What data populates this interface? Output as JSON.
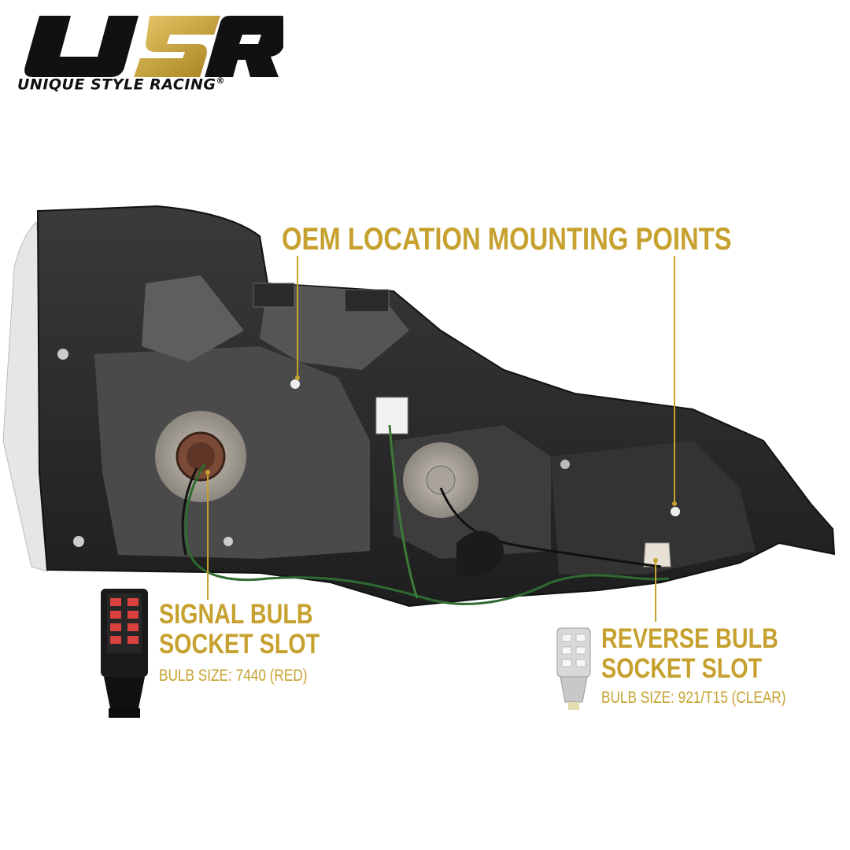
{
  "brand": {
    "logo_letters": "USR",
    "name": "UNIQUE STYLE RACING",
    "registered": "®"
  },
  "callouts": {
    "mounting_points": "OEM LOCATION MOUNTING POINTS",
    "signal": {
      "line1": "SIGNAL BULB",
      "line2": "SOCKET SLOT",
      "size": "BULB SIZE: 7440 (RED)"
    },
    "reverse": {
      "line1": "REVERSE BULB",
      "line2": "SOCKET SLOT",
      "size": "BULB SIZE: 921/T15 (CLEAR)"
    }
  },
  "colors": {
    "accent_gold": "#c6a12f",
    "housing": "#2a2a2a",
    "led_red": "#d9413f"
  }
}
